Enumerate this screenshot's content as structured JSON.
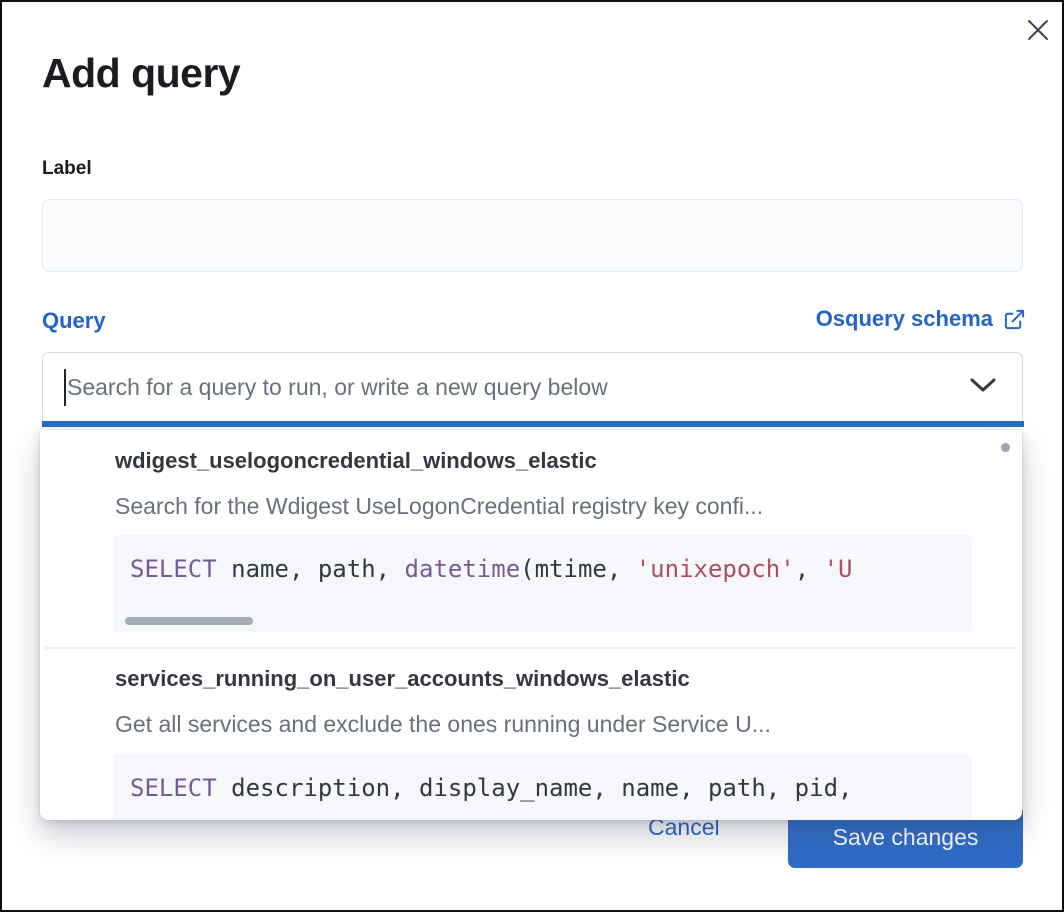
{
  "colors": {
    "accent_blue": "#2364c8",
    "primary_button_blue": "#2e6cc8",
    "focus_underline_blue": "#2a6bc8",
    "keyword_purple": "#765b96",
    "string_rose": "#ad4c63",
    "code_background": "#f5f7fa",
    "text_dark": "#1a1c21",
    "text_slate": "#343741",
    "text_gray": "#69707d"
  },
  "modal": {
    "title": "Add query",
    "close_icon": "close-x"
  },
  "form": {
    "label_field": {
      "label": "Label",
      "value": ""
    },
    "query_field": {
      "label": "Query",
      "schema_link_label": "Osquery schema",
      "schema_link_icon": "external-link",
      "placeholder": "Search for a query to run, or write a new query below",
      "dropdown_icon": "chevron-down"
    }
  },
  "suggestions": {
    "options": [
      {
        "title": "wdigest_uselogoncredential_windows_elastic",
        "description": "Search for the Wdigest UseLogonCredential registry key confi...",
        "sql_tokens": [
          {
            "type": "keyword",
            "text": "SELECT"
          },
          {
            "type": "plain",
            "text": " name, path, "
          },
          {
            "type": "keyword",
            "text": "datetime"
          },
          {
            "type": "plain",
            "text": "(mtime, "
          },
          {
            "type": "string",
            "text": "'unixepoch'"
          },
          {
            "type": "plain",
            "text": ", "
          },
          {
            "type": "string",
            "text": "'U"
          }
        ]
      },
      {
        "title": "services_running_on_user_accounts_windows_elastic",
        "description": "Get all services and exclude the ones running under Service U...",
        "sql_tokens": [
          {
            "type": "keyword",
            "text": "SELECT"
          },
          {
            "type": "plain",
            "text": " description, display_name, name, path, pid,"
          }
        ]
      }
    ]
  },
  "footer": {
    "cancel_label": "Cancel",
    "save_label": "Save changes"
  }
}
